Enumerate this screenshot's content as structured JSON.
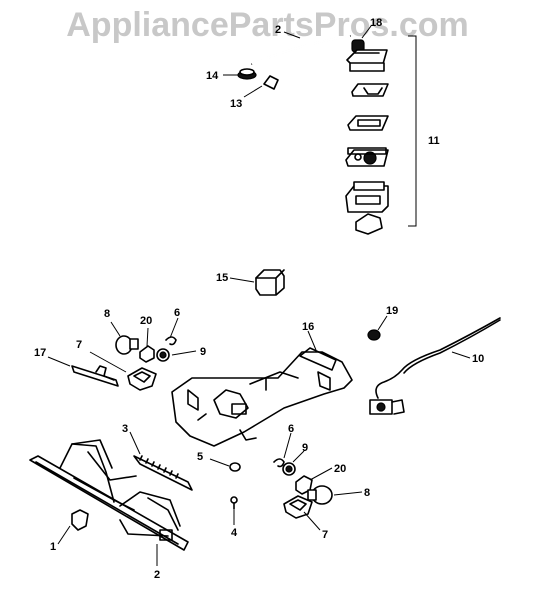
{
  "watermark": {
    "text": "AppliancePartsPros.com",
    "color": "#c8c8c8"
  },
  "callouts": {
    "c1": "1",
    "c2a": "2",
    "c2b": "2",
    "c3": "3",
    "c4": "4",
    "c5": "5",
    "c6a": "6",
    "c6b": "6",
    "c7a": "7",
    "c7b": "7",
    "c8a": "8",
    "c8b": "8",
    "c9a": "9",
    "c9b": "9",
    "c10": "10",
    "c11": "11",
    "c13": "13",
    "c14": "14",
    "c15": "15",
    "c16": "16",
    "c17": "17",
    "c18": "18",
    "c19": "19",
    "c20a": "20",
    "c20b": "20"
  }
}
